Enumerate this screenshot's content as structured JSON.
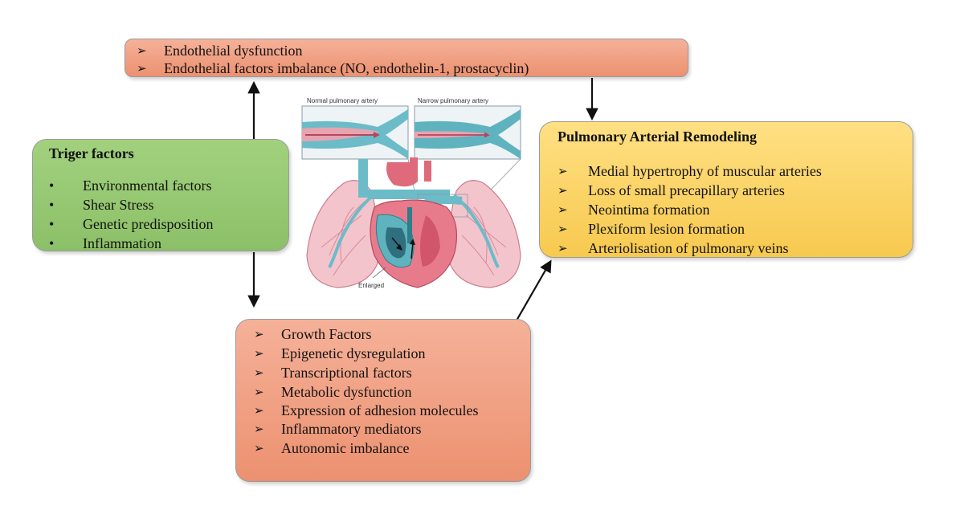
{
  "endothelial_box": {
    "items": [
      "Endothelial dysfunction",
      "Endothelial factors imbalance (NO, endothelin-1, prostacyclin)"
    ]
  },
  "trigger_box": {
    "title": "Triger factors",
    "items": [
      "Environmental factors",
      "Shear Stress",
      "Genetic predisposition",
      "Inflammation"
    ]
  },
  "remodeling_box": {
    "title": "Pulmonary Arterial Remodeling",
    "items": [
      "Medial hypertrophy of muscular arteries",
      "Loss of small precapillary arteries",
      "Neointima formation",
      "Plexiform lesion formation",
      "Arteriolisation of pulmonary veins"
    ]
  },
  "mechanism_box": {
    "items": [
      "Growth Factors",
      "Epigenetic dysregulation",
      "Transcriptional factors",
      "Metabolic dysfunction",
      "Expression of adhesion molecules",
      "Inflammatory mediators",
      "Autonomic imbalance"
    ]
  },
  "illustration": {
    "normal_label": "Normal pulmonary artery",
    "narrow_label": "Narrow pulmonary artery",
    "enlarged_label": "Enlarged"
  },
  "colors": {
    "salmon_box": "#ec9170",
    "green_box": "#8cc068",
    "yellow_box": "#f7c94f",
    "arrow": "#111111"
  }
}
